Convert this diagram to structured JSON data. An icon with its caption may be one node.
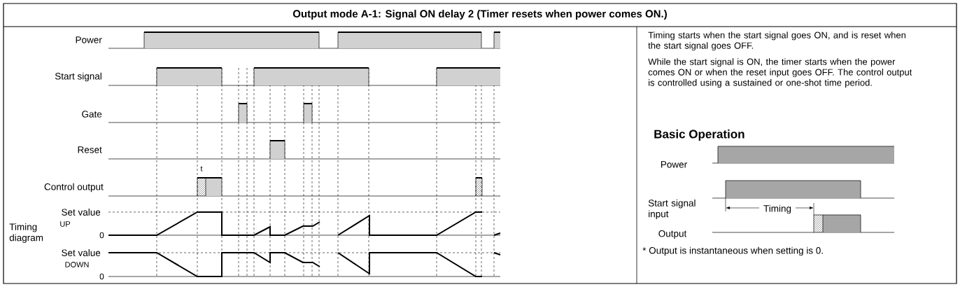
{
  "diagram": {
    "title": "Output mode A-1: Signal ON delay 2 (Timer resets when power comes ON.)",
    "labels": [
      "Power",
      "Start signal",
      "Gate",
      "Reset",
      "Control output",
      "t",
      "Set value",
      "UP",
      "Timing diagram",
      "0",
      "Set value",
      "DOWN",
      "0",
      "Timing starts when the start signal goes ON, and is reset when the start signal goes OFF.",
      "While the start signal is ON, the timer starts when the power comes ON or when the reset input goes OFF. The control output is controlled using a sustained or one-shot time period.",
      "Basic Operation",
      "Power",
      "Start signal input",
      "Timing",
      "Output",
      "* Output is instantaneous when setting is 0."
    ]
  }
}
